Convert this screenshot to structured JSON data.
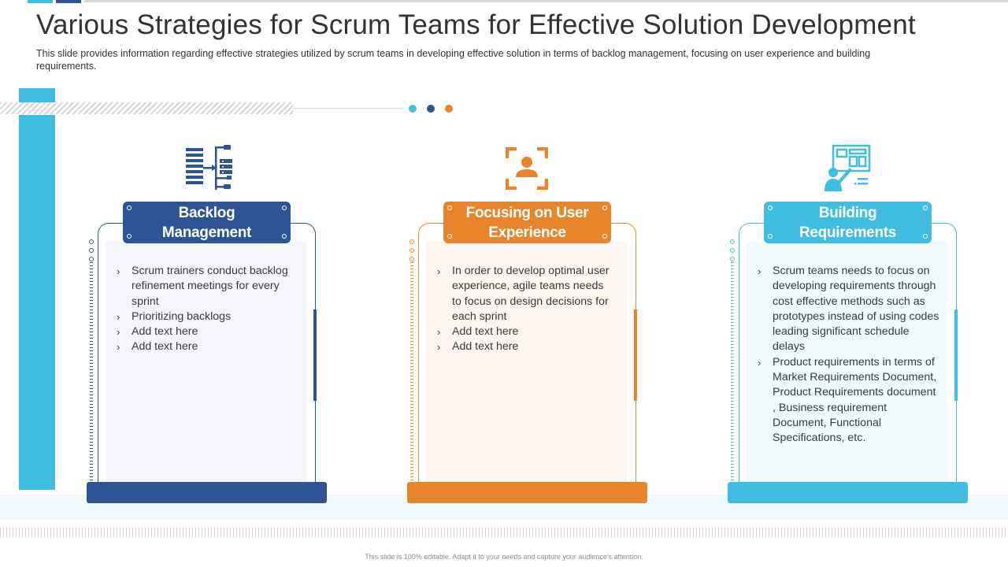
{
  "slide": {
    "title": "Various Strategies for Scrum Teams for Effective Solution Development",
    "subtitle": "This slide provides information regarding effective strategies utilized by scrum teams in developing effective solution in terms of backlog management, focusing on user experience and building requirements.",
    "footer": "This slide is 100% editable. Adapt it to your needs and capture your audience's attention."
  },
  "colors": {
    "navy": "#2f5496",
    "orange": "#e8842a",
    "cyan": "#40bde0"
  },
  "cards": [
    {
      "icon": "backlog-list-icon",
      "title": "Backlog Management",
      "items": [
        "Scrum trainers conduct backlog refinement meetings for every sprint",
        "Prioritizing backlogs",
        "Add text here",
        "Add text here"
      ]
    },
    {
      "icon": "user-focus-icon",
      "title": "Focusing on User Experience",
      "items": [
        "In order to develop optimal user experience, agile teams needs to focus on design decisions for each sprint",
        "Add text here",
        "Add text here"
      ]
    },
    {
      "icon": "presenter-board-icon",
      "title": "Building Requirements",
      "items": [
        "Scrum teams needs to focus on developing requirements through cost effective methods such as prototypes  instead of using codes leading significant schedule delays",
        "Product requirements  in terms of Market Requirements Document,  Product Requirements document  , Business requirement Document,  Functional Specifications, etc."
      ]
    }
  ]
}
